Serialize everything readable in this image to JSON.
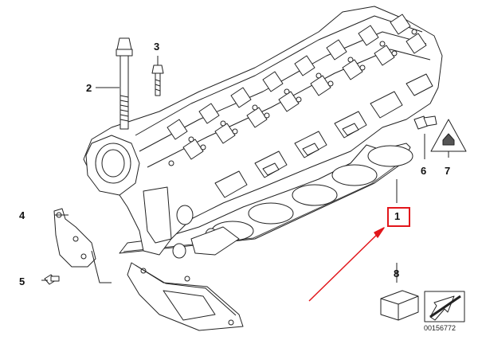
{
  "callouts": {
    "p1": "1",
    "p2": "2",
    "p3": "3",
    "p4": "4",
    "p5": "5",
    "p6": "6",
    "p7": "7",
    "p8": "8"
  },
  "reference_code": "00156772",
  "colors": {
    "line": "#222222",
    "highlight": "#e2161b",
    "background": "#ffffff"
  },
  "icons": {
    "warning_badge": "triangle-warning-icon",
    "spare_part_box": "box-icon",
    "arrow_badge": "arrow-icon"
  }
}
